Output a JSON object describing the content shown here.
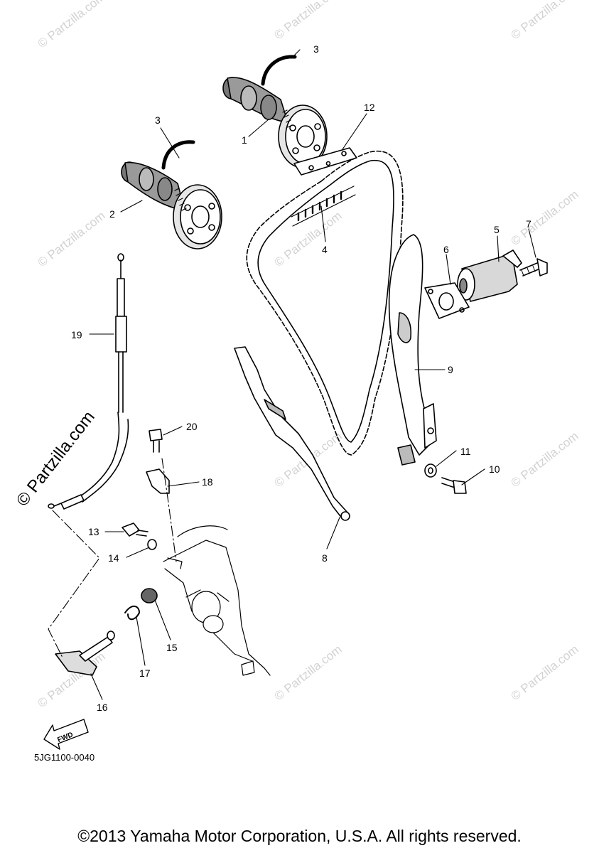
{
  "diagram": {
    "code": "5JG1100-0040",
    "fwd_label": "FWD",
    "copyright": "©2013 Yamaha Motor Corporation, U.S.A. All rights reserved.",
    "brand_watermark": "© Partzilla.com",
    "light_watermark": "© Partzilla.com",
    "callouts": {
      "c1": "1",
      "c2": "2",
      "c3a": "3",
      "c3b": "3",
      "c4": "4",
      "c5": "5",
      "c6": "6",
      "c7": "7",
      "c8": "8",
      "c9": "9",
      "c10": "10",
      "c11": "11",
      "c12": "12",
      "c13": "13",
      "c14": "14",
      "c15": "15",
      "c16": "16",
      "c17": "17",
      "c18": "18",
      "c19": "19",
      "c20": "20"
    }
  }
}
